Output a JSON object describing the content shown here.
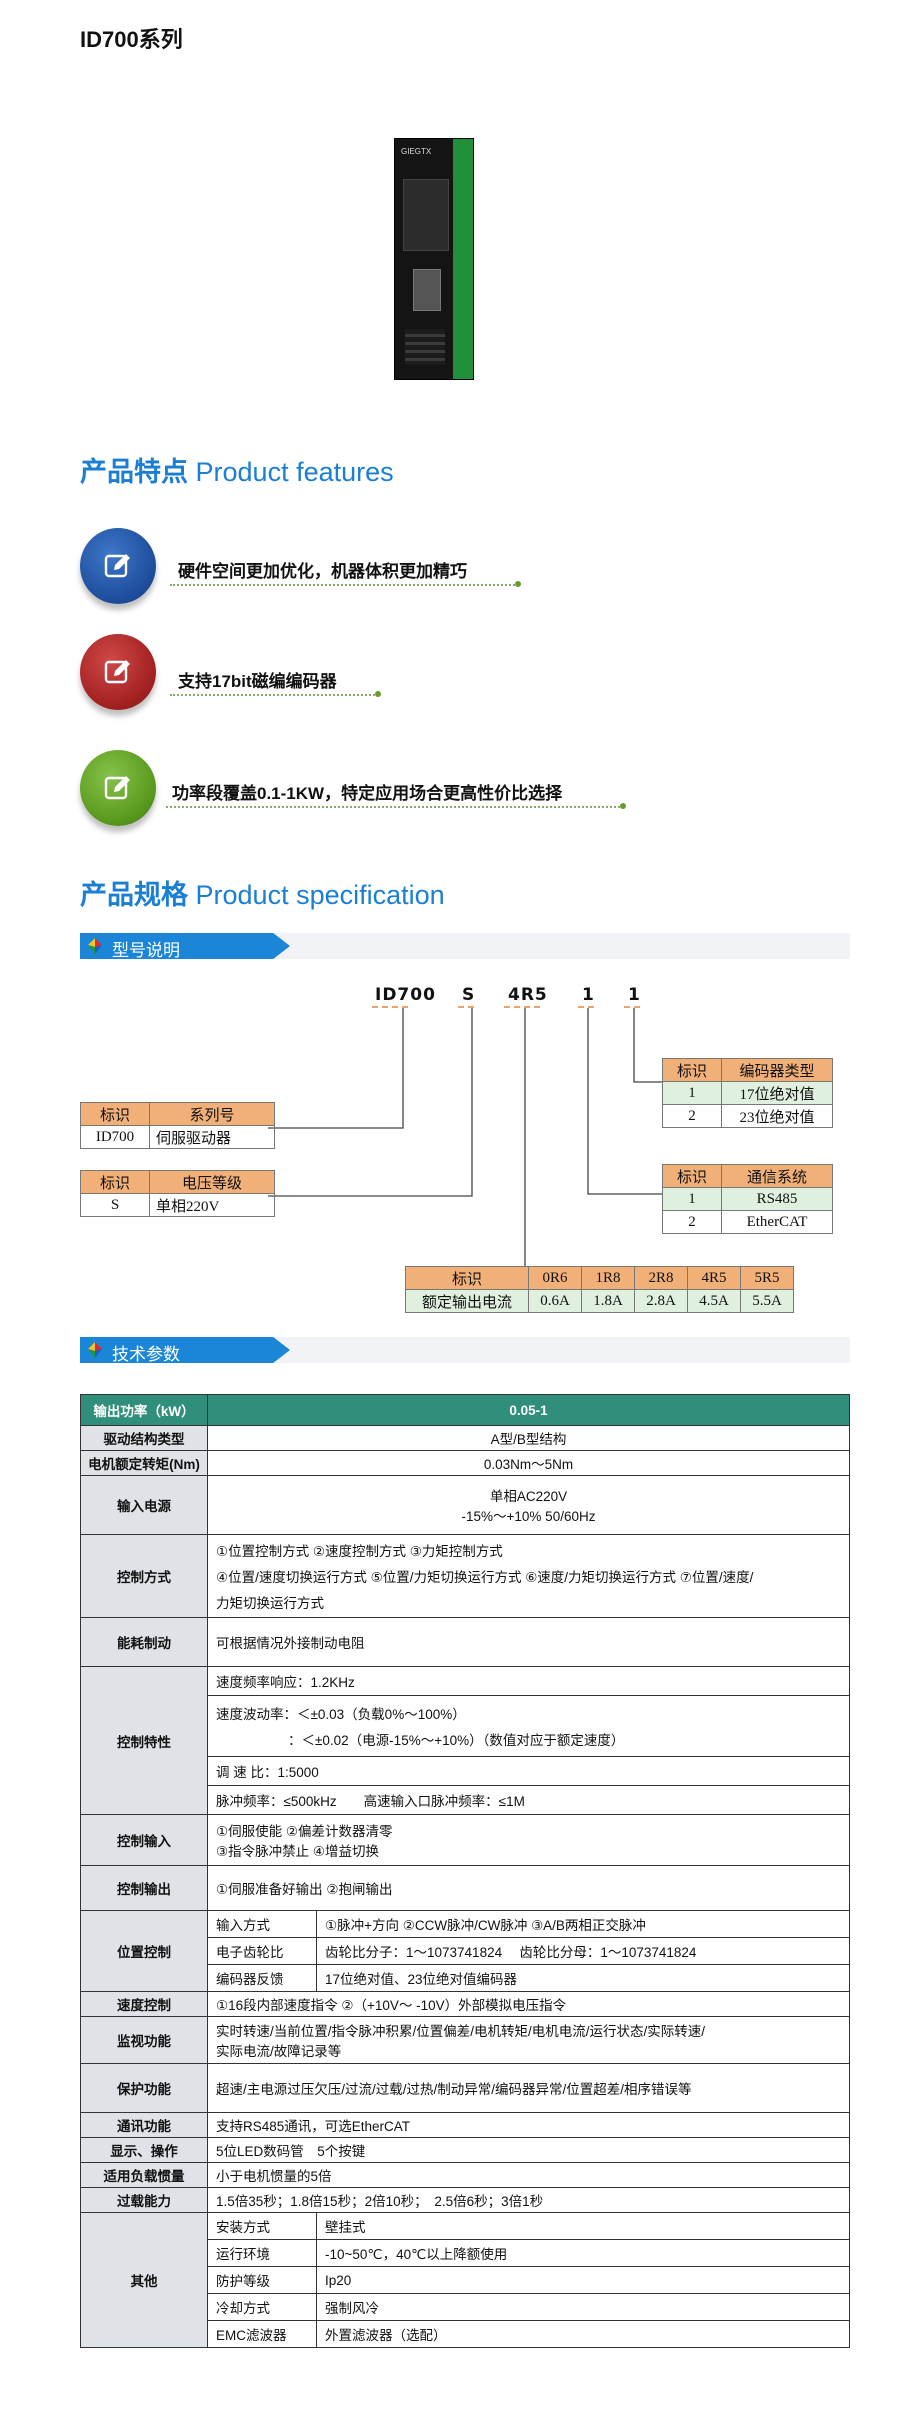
{
  "page_title": "ID700系列",
  "product_brand": "GIEGTX",
  "features_section": {
    "title_cn": "产品特点",
    "title_en": "Product features"
  },
  "features": [
    {
      "text": "硬件空间更加优化，机器体积更加精巧",
      "color": "#1f4f9e",
      "icon": "pencil-edit-icon"
    },
    {
      "text": "支持17bit磁编编码器",
      "color": "#a52222",
      "icon": "pencil-edit-icon"
    },
    {
      "text": "功率段覆盖0.1-1KW，特定应用场合更高性价比选择",
      "color": "#5a9a1e",
      "icon": "pencil-edit-icon"
    }
  ],
  "spec_section": {
    "title_cn": "产品规格",
    "title_en": "Product specification"
  },
  "model_bar": {
    "label": "型号说明"
  },
  "params_bar": {
    "label": "技术参数"
  },
  "model_code": {
    "p1": "ID700",
    "p2": "S",
    "p3": "4R5",
    "p4": "1",
    "p5": "1"
  },
  "series_table": {
    "h1": "标识",
    "h2": "系列号",
    "c1": "ID700",
    "c2": "伺服驱动器"
  },
  "voltage_table": {
    "h1": "标识",
    "h2": "电压等级",
    "c1": "S",
    "c2": "单相220V"
  },
  "encoder_table": {
    "h1": "标识",
    "h2": "编码器类型",
    "r1c1": "1",
    "r1c2": "17位绝对值",
    "r2c1": "2",
    "r2c2": "23位绝对值"
  },
  "comm_table": {
    "h1": "标识",
    "h2": "通信系统",
    "r1c1": "1",
    "r1c2": "RS485",
    "r2c1": "2",
    "r2c2": "EtherCAT"
  },
  "current_table": {
    "h0": "标识",
    "r0": "额定输出电流",
    "codes": [
      "0R6",
      "1R8",
      "2R8",
      "4R5",
      "5R5"
    ],
    "values": [
      "0.6A",
      "1.8A",
      "2.8A",
      "4.5A",
      "5.5A"
    ]
  },
  "spec": {
    "power_label": "输出功率（kW）",
    "power_value": "0.05-1",
    "structure_label": "驱动结构类型",
    "structure_value": "A型/B型结构",
    "torque_label": "电机额定转矩(Nm)",
    "torque_value": "0.03Nm～5Nm",
    "input_label": "输入电源",
    "input_value_1": "单相AC220V",
    "input_value_2": "-15%～+10% 50/60Hz",
    "control_mode_label": "控制方式",
    "control_mode_1": "①位置控制方式 ②速度控制方式 ③力矩控制方式",
    "control_mode_2": "④位置/速度切换运行方式 ⑤位置/力矩切换运行方式 ⑥速度/力矩切换运行方式 ⑦位置/速度/",
    "control_mode_3": "力矩切换运行方式",
    "brake_label": "能耗制动",
    "brake_value": "可根据情况外接制动电阻",
    "char_label": "控制特性",
    "char_1": "速度频率响应：1.2KHz",
    "char_2": "速度波动率：＜±0.03（负载0%～100%）",
    "char_3": "：＜±0.02（电源-15%～+10%）（数值对应于额定速度）",
    "char_4": "调 速 比：1:5000",
    "char_5": "脉冲频率：≤500kHz　　高速输入口脉冲频率：≤1M",
    "cin_label": "控制输入",
    "cin_1": "①伺服使能 ②偏差计数器清零",
    "cin_2": "③指令脉冲禁止 ④增益切换",
    "cout_label": "控制输出",
    "cout_value": "①伺服准备好输出 ②抱闸输出",
    "pos_label": "位置控制",
    "pos_k1": "输入方式",
    "pos_v1": "①脉冲+方向 ②CCW脉冲/CW脉冲 ③A/B两相正交脉冲",
    "pos_k2": "电子齿轮比",
    "pos_v2": "齿轮比分子：1～1073741824　 齿轮比分母：1～1073741824",
    "pos_k3": "编码器反馈",
    "pos_v3": "17位绝对值、23位绝对值编码器",
    "speed_label": "速度控制",
    "speed_value": "①16段内部速度指令 ②（+10V～ -10V）外部模拟电压指令",
    "monitor_label": "监视功能",
    "monitor_1": "实时转速/当前位置/指令脉冲积累/位置偏差/电机转矩/电机电流/运行状态/实际转速/",
    "monitor_2": "实际电流/故障记录等",
    "protect_label": "保护功能",
    "protect_value": "超速/主电源过压欠压/过流/过载/过热/制动异常/编码器异常/位置超差/相序错误等",
    "comm_label": "通讯功能",
    "comm_value": "支持RS485通讯，可选EtherCAT",
    "display_label": "显示、操作",
    "display_value": "5位LED数码管　5个按键",
    "inertia_label": "适用负载惯量",
    "inertia_value": "小于电机惯量的5倍",
    "overload_label": "过载能力",
    "overload_value": "1.5倍35秒；1.8倍15秒；2倍10秒；　2.5倍6秒；3倍1秒",
    "other_label": "其他",
    "other_k1": "安装方式",
    "other_v1": "壁挂式",
    "other_k2": "运行环境",
    "other_v2": "-10~50℃，40℃以上降额使用",
    "other_k3": "防护等级",
    "other_v3": "Ip20",
    "other_k4": "冷却方式",
    "other_v4": "强制风冷",
    "other_k5": "EMC滤波器",
    "other_v5": "外置滤波器（选配）"
  }
}
